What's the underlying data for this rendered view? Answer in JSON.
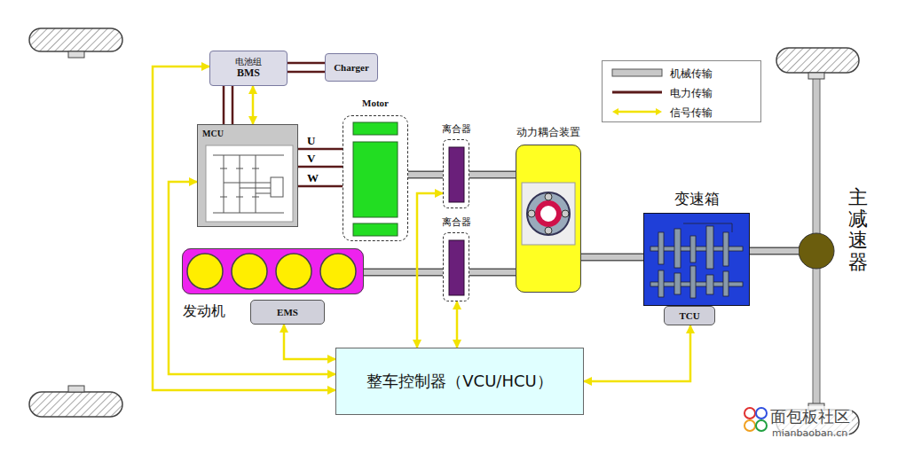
{
  "diagram": {
    "nodes": [
      {
        "text": [
          "电池组",
          "BMS"
        ]
      },
      {
        "text": [
          "Charger"
        ]
      },
      {
        "text": [
          "MCU"
        ]
      },
      {
        "text": [
          "Motor"
        ]
      },
      {
        "text": [
          "离合器"
        ]
      },
      {
        "text": [
          "离合器"
        ]
      },
      {
        "text": [
          "动力耦合装置"
        ]
      },
      {
        "text": [
          "发动机"
        ]
      },
      {
        "text": [
          "EMS"
        ]
      },
      {
        "text": [
          "变速箱"
        ]
      },
      {
        "text": [
          "TCU"
        ]
      },
      {
        "text": [
          "主减速器"
        ]
      },
      {
        "text": [
          "整车控制器（VCU/HCU）"
        ]
      }
    ],
    "edges": [
      {
        "from": 1,
        "to": 0,
        "arrow": "none"
      },
      {
        "from": 0,
        "to": 2,
        "arrow": "none"
      },
      {
        "from": 0,
        "to": 2,
        "arrow": "both"
      },
      {
        "from": 2,
        "to": 3,
        "label": "U",
        "arrow": "none"
      },
      {
        "from": 2,
        "to": 3,
        "label": "V",
        "arrow": "none"
      },
      {
        "from": 2,
        "to": 3,
        "label": "W",
        "arrow": "none"
      },
      {
        "from": 3,
        "to": 4,
        "arrow": "none"
      },
      {
        "from": 4,
        "to": 6,
        "arrow": "none"
      },
      {
        "from": 7,
        "to": 5,
        "arrow": "none"
      },
      {
        "from": 5,
        "to": 6,
        "arrow": "none"
      },
      {
        "from": 6,
        "to": 9,
        "arrow": "none"
      },
      {
        "from": 9,
        "to": 11,
        "arrow": "none"
      },
      {
        "from": 12,
        "to": 0,
        "arrow": "both"
      },
      {
        "from": 12,
        "to": 2,
        "arrow": "both"
      },
      {
        "from": 12,
        "to": 8,
        "arrow": "both"
      },
      {
        "from": 12,
        "to": 4,
        "arrow": "both"
      },
      {
        "from": 12,
        "to": 5,
        "arrow": "both"
      },
      {
        "from": 12,
        "to": 10,
        "arrow": "both"
      }
    ],
    "labels": [
      "面包板社区",
      "mianbaoban.cn"
    ],
    "legend": [
      {
        "text": "机械传输"
      },
      {
        "text": "电力传输"
      },
      {
        "text": "信号传输"
      }
    ]
  }
}
